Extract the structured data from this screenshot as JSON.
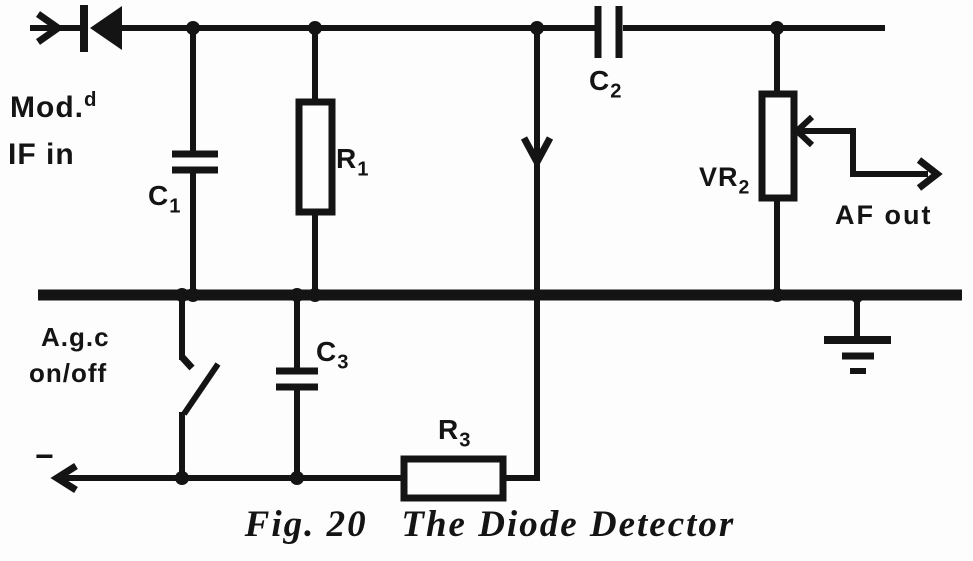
{
  "title": "Fig. 20   The Diode Detector",
  "labels": {
    "mod": "Mod.",
    "mod_sup": "d",
    "if_in": "IF in",
    "agc_line1": "A.g.c",
    "agc_line2": "on/off",
    "af_out": "AF out",
    "minus": "−"
  },
  "components": {
    "c1": {
      "base": "C",
      "sub": "1"
    },
    "r1": {
      "base": "R",
      "sub": "1"
    },
    "c2": {
      "base": "C",
      "sub": "2"
    },
    "c3": {
      "base": "C",
      "sub": "3"
    },
    "r3": {
      "base": "R",
      "sub": "3"
    },
    "vr2": {
      "base": "VR",
      "sub": "2"
    }
  },
  "colors": {
    "ink": "#141414",
    "background": "#fdfdfd"
  }
}
